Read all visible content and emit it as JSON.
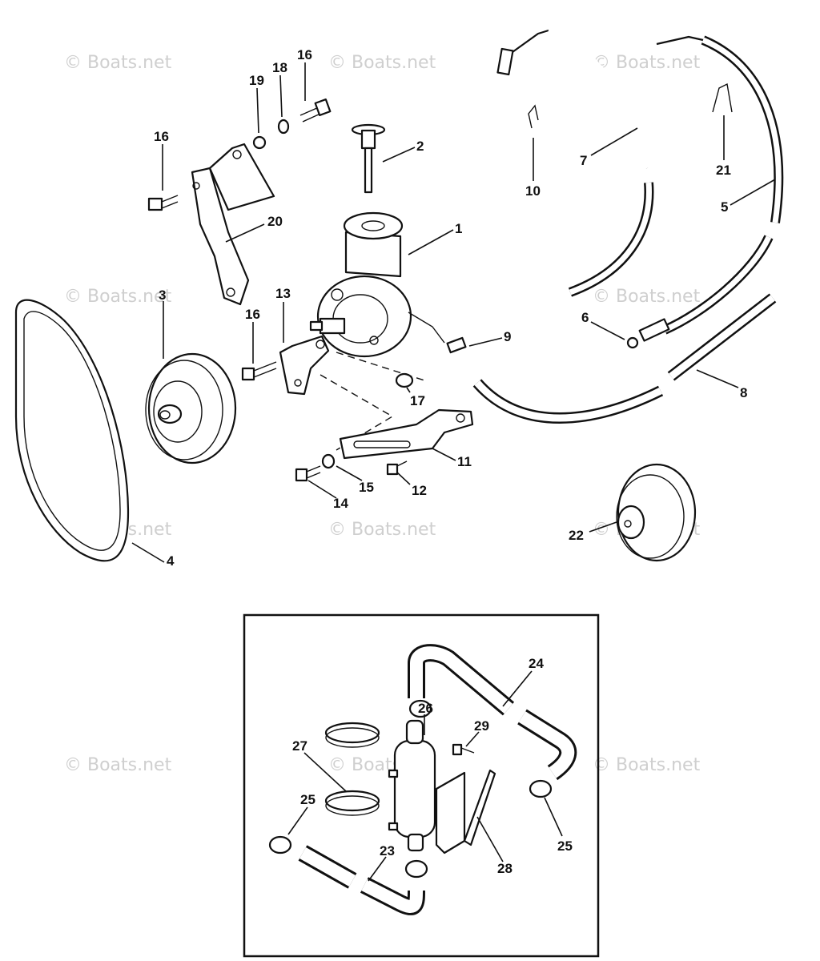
{
  "watermark": "© Boats.net",
  "callouts": {
    "c1": "1",
    "c2": "2",
    "c3": "3",
    "c4": "4",
    "c5": "5",
    "c6": "6",
    "c7": "7",
    "c8": "8",
    "c9": "9",
    "c10": "10",
    "c11": "11",
    "c12": "12",
    "c13": "13",
    "c14": "14",
    "c15": "15",
    "c16a": "16",
    "c16b": "16",
    "c16c": "16",
    "c17": "17",
    "c18": "18",
    "c19": "19",
    "c20": "20",
    "c21": "21",
    "c22": "22",
    "c23": "23",
    "c24": "24",
    "c25a": "25",
    "c25b": "25",
    "c26": "26",
    "c27": "27",
    "c28": "28",
    "c29": "29"
  }
}
